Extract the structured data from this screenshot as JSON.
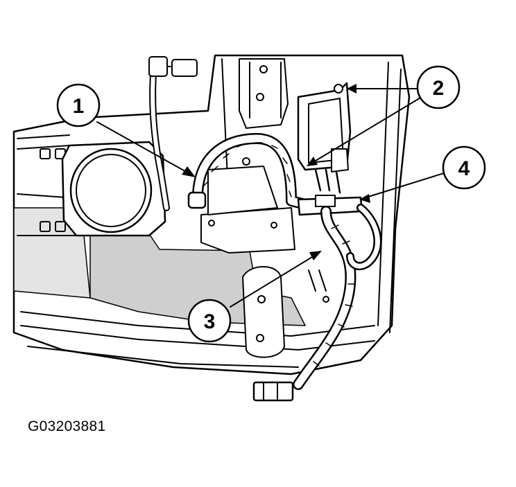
{
  "callouts": [
    {
      "label": "1"
    },
    {
      "label": "2"
    },
    {
      "label": "3"
    },
    {
      "label": "4"
    }
  ],
  "figure_id": "G03203881",
  "colors": {
    "ink": "#000000",
    "fill_gray": "#cfcfcf",
    "paper": "#ffffff"
  }
}
